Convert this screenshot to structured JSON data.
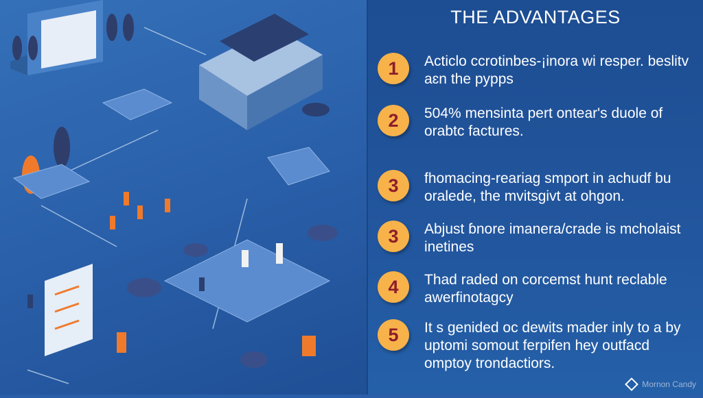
{
  "title": "THE ADVANTAGES",
  "items": [
    {
      "number": "1",
      "text": "Acticlo ccrotinbes-¡inora wi resper. beslitv aɛn the pypps"
    },
    {
      "number": "2",
      "text": "504% mensinta pert ontear's duole of orabtc factures."
    },
    {
      "number": "3",
      "text": "fhomacing-reariag smport in achudf bu oralede, the mvitsgivt at ohgon."
    },
    {
      "number": "3",
      "text": "Abjust ɓnore imanera/crade is mcholaist inetines"
    },
    {
      "number": "4",
      "text": "Thad raded on corcemst hunt reclable awerfinotagcy"
    },
    {
      "number": "5",
      "text": "It s genided oc dewits mader inly to a by uptomi somout ferpifen hey outfacd omptoy trondactiors."
    }
  ],
  "logo": "Mornon Candy",
  "colors": {
    "badge": "#f7b24a",
    "badge_text": "#8e1d2a",
    "panel": "#1d4d92"
  }
}
